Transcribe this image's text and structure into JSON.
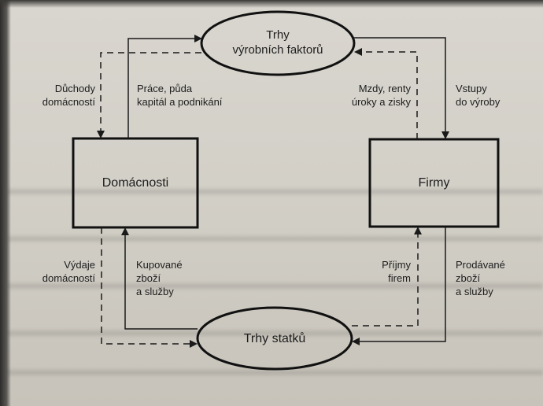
{
  "nodes": {
    "factor_markets": [
      "Trhy",
      "výrobních faktorů"
    ],
    "goods_markets": "Trhy statků",
    "households": "Domácnosti",
    "firms": "Firmy"
  },
  "flows": {
    "household_income": [
      "Důchody",
      "domácností"
    ],
    "labor_land": [
      "Práce, půda",
      "kapitál a podnikání"
    ],
    "wages_rents": [
      "Mzdy, renty",
      "úroky a zisky"
    ],
    "production_inputs": [
      "Vstupy",
      "do výroby"
    ],
    "household_spending": [
      "Výdaje",
      "domácností"
    ],
    "purchased_goods": [
      "Kupované",
      "zboží",
      "a služby"
    ],
    "firm_revenue": [
      "Příjmy",
      "firem"
    ],
    "sold_goods": [
      "Prodávané",
      "zboží",
      "a služby"
    ]
  }
}
